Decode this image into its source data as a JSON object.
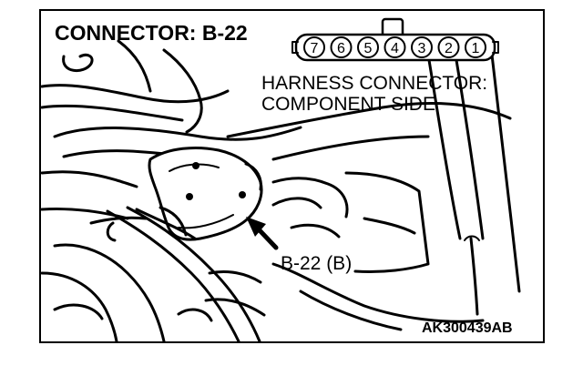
{
  "title": "CONNECTOR: B-22",
  "harness_label_line1": "HARNESS CONNECTOR:",
  "harness_label_line2": "COMPONENT SIDE",
  "pins": [
    "7",
    "6",
    "5",
    "4",
    "3",
    "2",
    "1"
  ],
  "callout": "B-22 (B)",
  "figure_code": "AK300439AB"
}
